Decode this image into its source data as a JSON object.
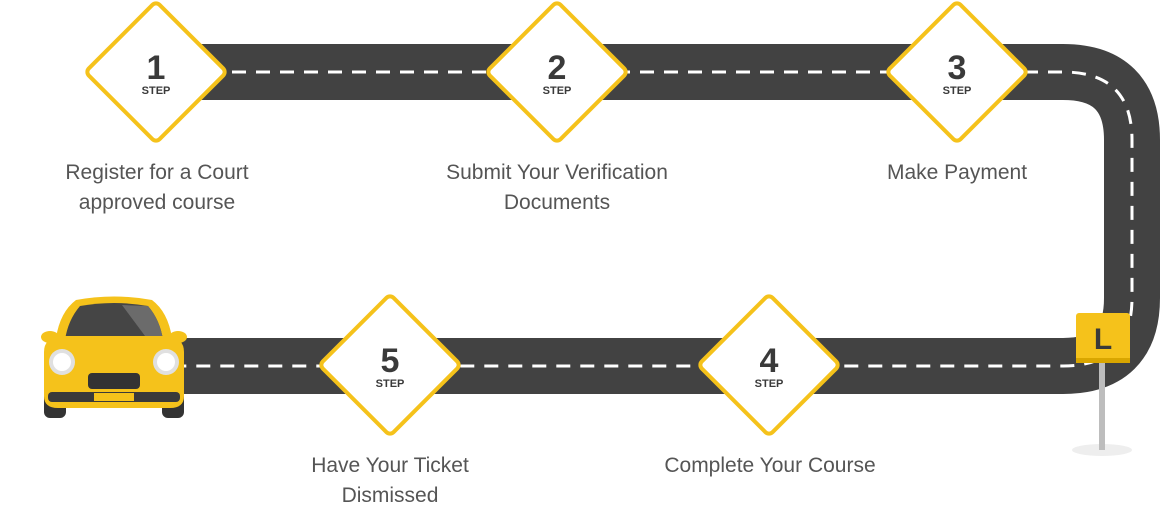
{
  "steps": [
    {
      "number": "1",
      "word": "STEP",
      "lines": [
        "Register for a Court",
        "approved course"
      ]
    },
    {
      "number": "2",
      "word": "STEP",
      "lines": [
        "Submit Your Verification",
        "Documents"
      ]
    },
    {
      "number": "3",
      "word": "STEP",
      "lines": [
        "Make Payment"
      ]
    },
    {
      "number": "4",
      "word": "STEP",
      "lines": [
        "Complete Your Course"
      ]
    },
    {
      "number": "5",
      "word": "STEP",
      "lines": [
        "Have Your Ticket",
        "Dismissed"
      ]
    }
  ],
  "sign": {
    "letter": "L"
  },
  "icons": {
    "vehicle": "car-icon",
    "sign": "learner-sign-icon"
  },
  "colors": {
    "road": "#424242",
    "dash": "#ffffff",
    "accent": "#f5c21b",
    "diamond_fill": "#ffffff",
    "text": "#555555"
  }
}
